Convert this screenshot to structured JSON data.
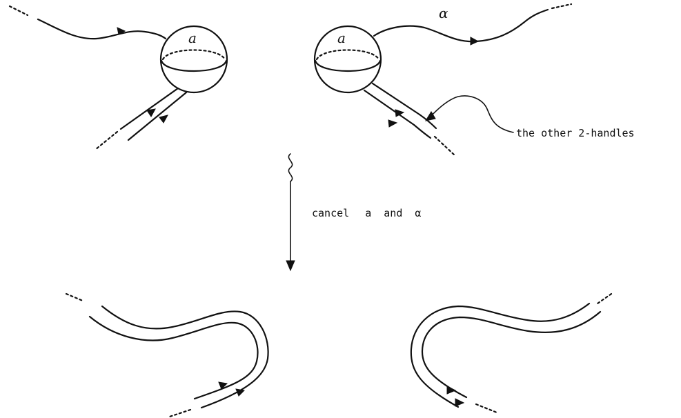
{
  "labels": {
    "left_sphere": "a",
    "right_sphere": "a",
    "attaching_curve": "α",
    "other_handles": "the other 2-handles",
    "move_prefix": "cancel",
    "move_a": "a",
    "move_and": "and",
    "move_alpha": "α"
  },
  "colors": {
    "ink": "#111111",
    "background": "#ffffff"
  }
}
